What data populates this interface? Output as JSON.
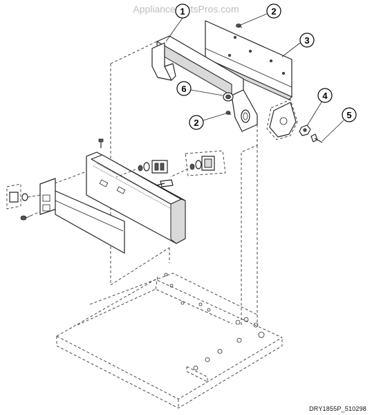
{
  "watermark": "AppliancePartsPros.com",
  "diagram_id": "DRY1855P_510298",
  "callouts": [
    {
      "label": "1"
    },
    {
      "label": "2"
    },
    {
      "label": "3"
    },
    {
      "label": "6"
    },
    {
      "label": "2"
    },
    {
      "label": "4"
    },
    {
      "label": "5"
    }
  ]
}
